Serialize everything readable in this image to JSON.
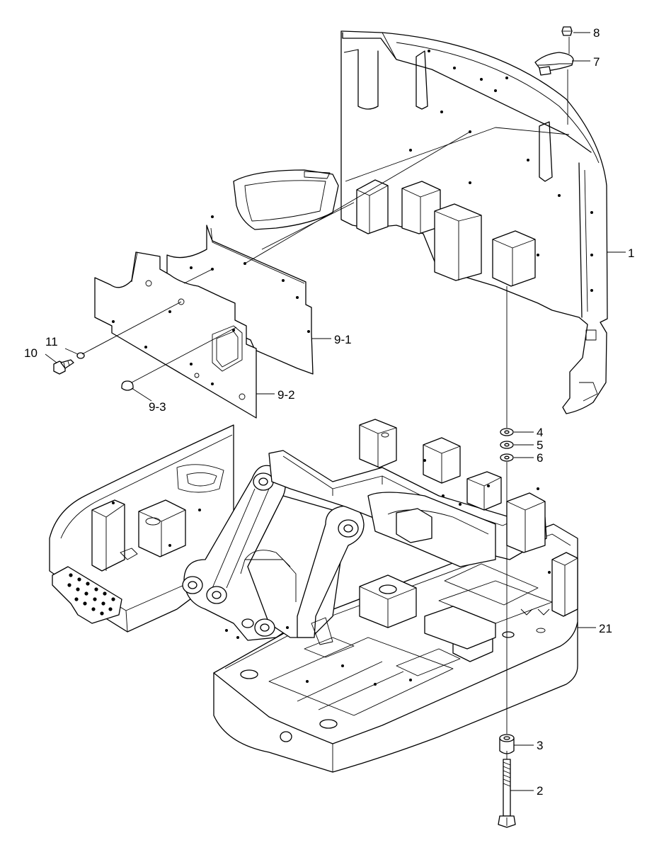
{
  "callouts": {
    "c1": "1",
    "c2": "2",
    "c3": "3",
    "c4": "4",
    "c5": "5",
    "c6": "6",
    "c7": "7",
    "c8": "8",
    "c9_1": "9-1",
    "c9_2": "9-2",
    "c9_3": "9-3",
    "c10": "10",
    "c11": "11",
    "c21": "21"
  }
}
